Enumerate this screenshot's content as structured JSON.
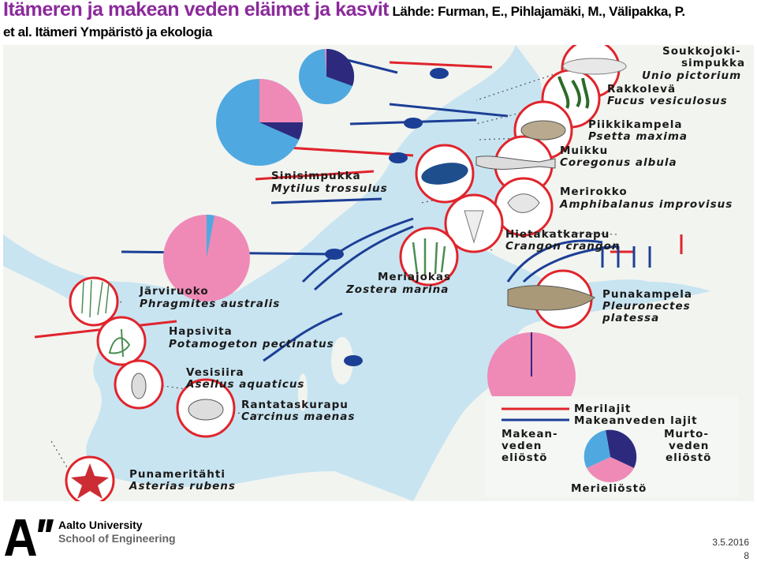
{
  "header": {
    "title": "Itämeren ja makean veden eläimet ja kasvit",
    "source_line1": "Lähde: Furman, E., Pihlajamäki, M., Välipakka, P.",
    "source_line2": "et al. Itämeri Ympäristö ja ekologia"
  },
  "map": {
    "species": [
      {
        "common": "Soukkojoki-",
        "common2": "simpukka",
        "latin": "Unio pictorium"
      },
      {
        "common": "Rakkolevä",
        "latin": "Fucus vesiculosus"
      },
      {
        "common": "Piikkikampela",
        "latin": "Psetta maxima"
      },
      {
        "common": "Muikku",
        "latin": "Coregonus albula"
      },
      {
        "common": "Sinisimpukka",
        "latin": "Mytilus trossulus"
      },
      {
        "common": "Merirokko",
        "latin": "Amphibalanus improvisus"
      },
      {
        "common": "Hietakatkarapu",
        "latin": "Crangon crangon"
      },
      {
        "common": "Meriajokas",
        "latin": "Zostera marina"
      },
      {
        "common": "Järviruoko",
        "latin": "Phragmites australis"
      },
      {
        "common": "Punakampela",
        "latin": "Pleuronectes",
        "latin2": "platessa"
      },
      {
        "common": "Hapsivita",
        "latin": "Potamogeton pectinatus"
      },
      {
        "common": "Vesisiira",
        "latin": "Asellus aquaticus"
      },
      {
        "common": "Rantataskurapu",
        "latin": "Carcinus maenas"
      },
      {
        "common": "Punameritähti",
        "latin": "Asterias rubens"
      }
    ],
    "legend": {
      "marine_species": "Merilajit",
      "freshwater_species": "Makeanveden lajit",
      "freshwater_fauna": [
        "Makean-",
        "veden",
        "eliöstö"
      ],
      "brackish_fauna": [
        "Murto-",
        "veden",
        "eliöstö"
      ],
      "marine_fauna": "Merieliöstö",
      "colors": {
        "marine": "#e0242c",
        "freshwater": "#1c3f96",
        "pie_fresh": "#4fa9e0",
        "pie_brackish": "#2d2a7e",
        "pie_marine": "#ef8ab6"
      }
    }
  },
  "footer": {
    "university": "Aalto University",
    "school": "School of Engineering",
    "date": "3.5.2016",
    "page": "8"
  }
}
